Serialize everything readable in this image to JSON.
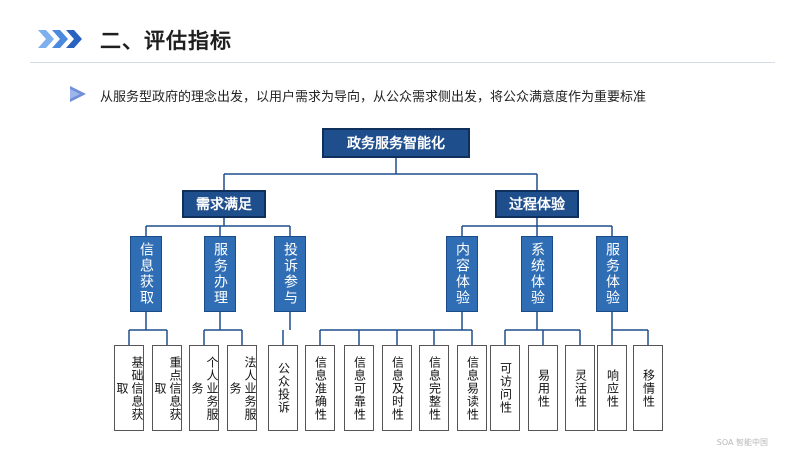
{
  "header": {
    "title": "二、评估指标",
    "icon": "triple-chevron-icon",
    "accent": "#3a7bd5"
  },
  "intro": {
    "text": "从服务型政府的理念出发，以用户需求为导向，从公众需求侧出发，将公众满意度作为重要标准",
    "icon": "play-triangle-icon"
  },
  "tree": {
    "root": "政务服务智能化",
    "branches": [
      {
        "label": "需求满足",
        "groups": [
          {
            "label": "信息获取",
            "leaves": [
              "基础信息获取",
              "重点信息获取"
            ]
          },
          {
            "label": "服务办理",
            "leaves": [
              "个人业务服务",
              "法人业务服务"
            ]
          },
          {
            "label": "投诉参与",
            "leaves": [
              "公众投诉"
            ]
          }
        ]
      },
      {
        "label": "过程体验",
        "groups": [
          {
            "label": "内容体验",
            "leaves": [
              "信息准确性",
              "信息可靠性",
              "信息及时性",
              "信息完整性",
              "信息易读性"
            ]
          },
          {
            "label": "系统体验",
            "leaves": [
              "可访问性",
              "易用性",
              "灵活性"
            ]
          },
          {
            "label": "服务体验",
            "leaves": [
              "响应性",
              "移情性"
            ]
          }
        ]
      }
    ]
  },
  "colors": {
    "dark_box": "#1f4e8c",
    "mid_box": "#2f6eb5",
    "line": "#1f4e8c"
  }
}
